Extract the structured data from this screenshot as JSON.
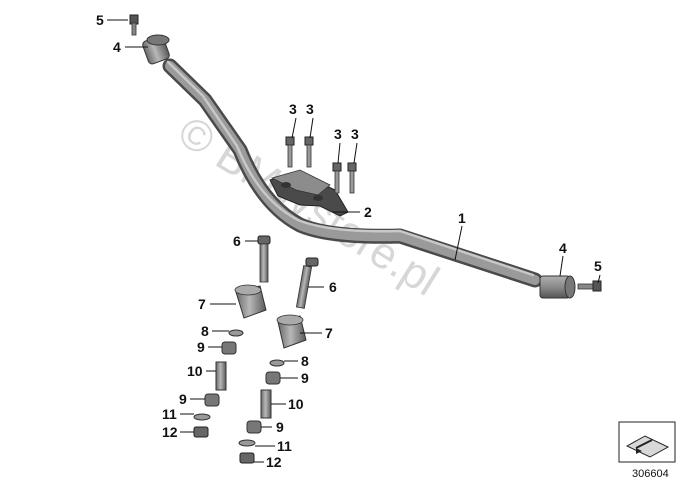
{
  "diagram": {
    "part_labels": {
      "p1": "1",
      "p2": "2",
      "p3a": "3",
      "p3b": "3",
      "p3c": "3",
      "p3d": "3",
      "p4_top": "4",
      "p4_right": "4",
      "p5_top": "5",
      "p5_right": "5",
      "p6_left": "6",
      "p6_right": "6",
      "p7_left": "7",
      "p7_right": "7",
      "p8_left": "8",
      "p8_right": "8",
      "p9_left_a": "9",
      "p9_left_b": "9",
      "p9_right_a": "9",
      "p9_right_b": "9",
      "p10_left": "10",
      "p10_right": "10",
      "p11_left": "11",
      "p11_right": "11",
      "p12_left": "12",
      "p12_right": "12"
    },
    "watermark": "© BMWstore.pl",
    "document_number": "306604",
    "colors": {
      "part_fill": "#8a8a8a",
      "part_dark": "#5a5a5a",
      "part_light": "#b5b5b5",
      "leader": "#111111"
    }
  }
}
